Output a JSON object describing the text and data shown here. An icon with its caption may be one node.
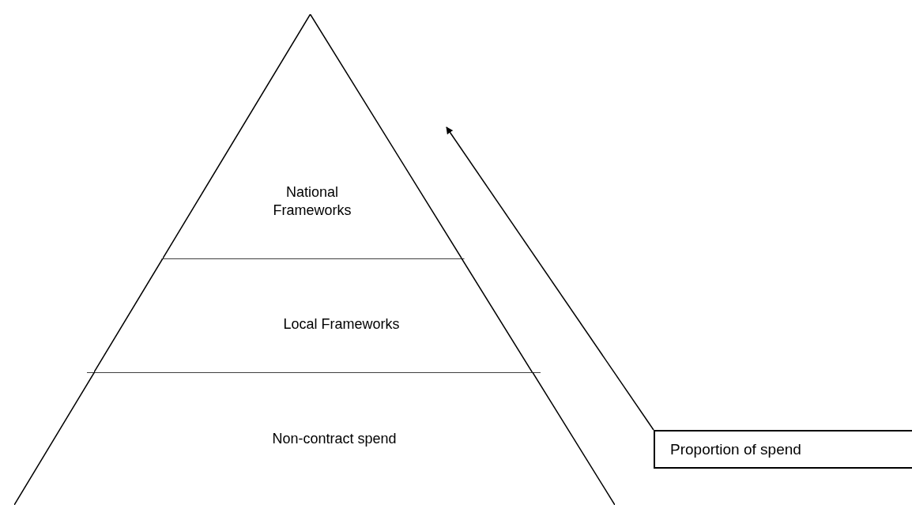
{
  "diagram": {
    "nodes": [
      {
        "text": [
          "National Frameworks"
        ]
      },
      {
        "text": [
          "Local Frameworks"
        ]
      },
      {
        "text": [
          "Non-contract spend"
        ]
      },
      {
        "text": [
          "Proportion of spend"
        ]
      }
    ]
  }
}
